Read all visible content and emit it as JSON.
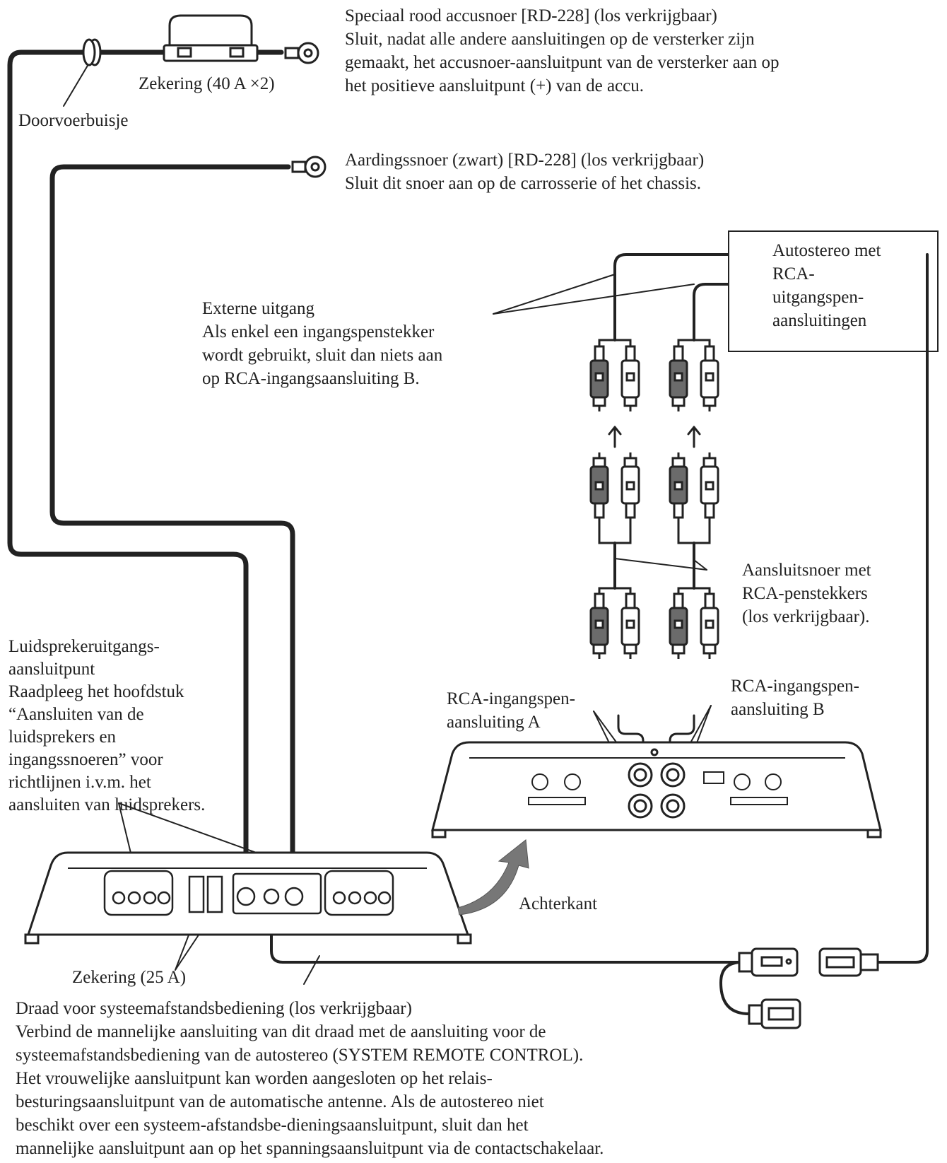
{
  "labels": {
    "battery_lead": {
      "title": "Speciaal rood accusnoer [RD-228] (los verkrijgbaar)",
      "lines": [
        "Sluit, nadat alle andere aansluitingen op de versterker zijn",
        "gemaakt, het accusnoer-aansluitpunt van de versterker aan op",
        "het positieve aansluitpunt (+) van de accu."
      ]
    },
    "fuse_40": "Zekering (40 A ×2)",
    "grommet": "Doorvoerbuisje",
    "ground_lead": {
      "title": "Aardingssnoer (zwart) [RD-228] (los verkrijgbaar)",
      "line": "Sluit dit snoer aan op de carrosserie of het chassis."
    },
    "head_unit": [
      "Autostereo met",
      "RCA-",
      "uitgangspen-",
      "aansluitingen"
    ],
    "external_output": {
      "title": "Externe uitgang",
      "lines": [
        "Als enkel een ingangspenstekker",
        "wordt gebruikt, sluit dan niets aan",
        "op RCA-ingangsaansluiting B."
      ]
    },
    "rca_cable": [
      "Aansluitsnoer met",
      "RCA-penstekkers",
      "(los verkrijgbaar)."
    ],
    "speaker_output": [
      "Luidsprekeruitgangs-",
      "aansluitpunt",
      "Raadpleeg het hoofdstuk",
      "“Aansluiten van de",
      "luidsprekers en",
      "ingangssnoeren” voor",
      "richtlijnen i.v.m. het",
      "aansluiten van luidsprekers."
    ],
    "rca_input_a": [
      "RCA-ingangspen-",
      "aansluiting A"
    ],
    "rca_input_b": [
      "RCA-ingangspen-",
      "aansluiting B"
    ],
    "rear_side": "Achterkant",
    "fuse_25": "Zekering (25 A)",
    "remote_lead": {
      "title": "Draad voor systeemafstandsbediening (los verkrijgbaar)",
      "lines": [
        "Verbind de mannelijke aansluiting van dit draad met de aansluiting voor de",
        "systeemafstandsbediening van de autostereo (SYSTEM REMOTE CONTROL).",
        "Het vrouwelijke aansluitpunt kan worden aangesloten op het relais-",
        "besturingsaansluitpunt van de automatische antenne. Als de autostereo niet",
        "beschikt over een systeem-afstandsbe-dieningsaansluitpunt, sluit dan het",
        "mannelijke aansluitpunt aan op het spanningsaansluitpunt via de contactschakelaar."
      ]
    }
  },
  "colors": {
    "line": "#222222",
    "plug_dark": "#6b6b6b",
    "plug_light": "#ffffff",
    "background": "#ffffff"
  }
}
